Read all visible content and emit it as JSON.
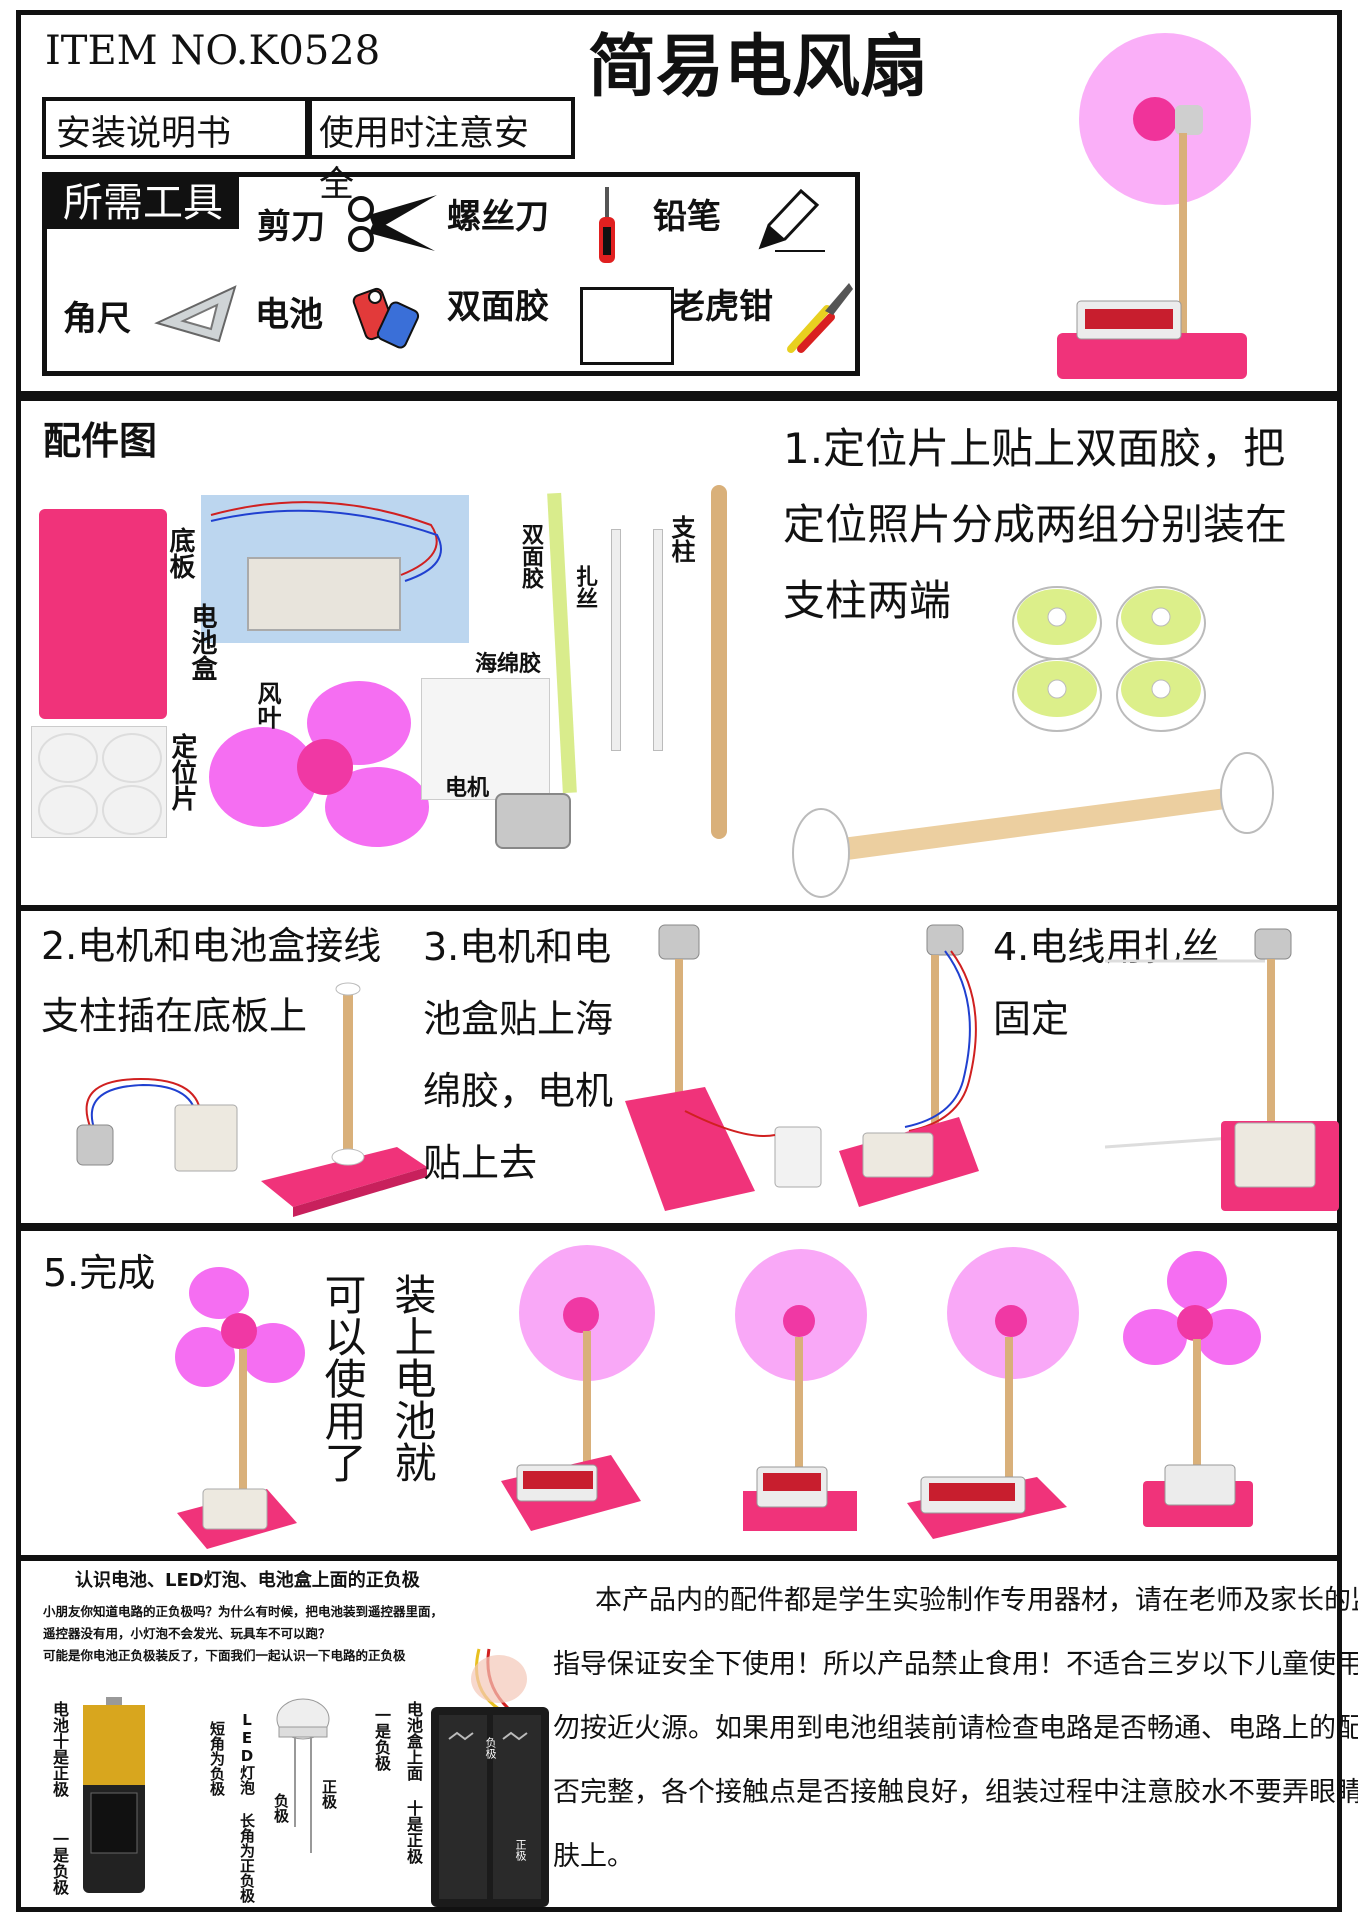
{
  "header": {
    "item_no": "ITEM NO.K0528",
    "title": "简易电风扇",
    "manual_label": "安装说明书",
    "safety_label": "使用时注意安全",
    "tools_heading": "所需工具",
    "tools": {
      "scissors": "剪刀",
      "screwdriver": "螺丝刀",
      "pencil": "铅笔",
      "ruler": "角尺",
      "battery": "电池",
      "tape": "双面胶",
      "pliers": "老虎钳"
    }
  },
  "parts": {
    "heading": "配件图",
    "base": "底板",
    "battery_box": "电池盒",
    "fan_blade": "风叶",
    "positioning": "定位片",
    "sponge_tape": "海绵胶",
    "motor": "电机",
    "double_tape": "双面胶",
    "zip_tie": "扎丝",
    "pillar": "支柱",
    "step1_lines": [
      "1.定位片上贴上双面胶，把",
      "定位照片分成两组分别装在",
      "支柱两端"
    ]
  },
  "steps": {
    "step2_lines": [
      "2.电机和电池盒接线",
      "支柱插在底板上"
    ],
    "step3_lines": [
      "3.电机和电",
      "池盒贴上海",
      "绵胶，电机",
      "贴上去"
    ],
    "step4_lines": [
      "4.电线用扎丝",
      "固定"
    ]
  },
  "finish": {
    "label": "5.完成",
    "col1": "装上电池就",
    "col2": "可以使用了"
  },
  "polarity": {
    "heading": "认识电池、LED灯泡、电池盒上面的正负极",
    "lines": [
      "小朋友你知道电路的正负极吗？为什么有时候，把电池装到遥控器里面，",
      "遥控器没有用，小灯泡不会发光、玩具车不可以跑？",
      "可能是你电池正负极装反了，下面我们一起认识一下电路的正负极"
    ],
    "battery_pos": "电池十是正极",
    "battery_neg": "一是负极",
    "led_title": "LED灯泡 长角为正负极",
    "led_short": "短角为负极",
    "led_neg": "负极",
    "led_pos": "正极",
    "box_title": "电池盒上面 十是正极",
    "box_neg": "一是负极",
    "box_pos_mark": "正极",
    "box_neg_mark": "负极"
  },
  "safety_notice": {
    "lines": [
      "本产品内的配件都是学生实验制作专用器材，请在老师及家长的监督",
      "指导保证安全下使用！所以产品禁止食用！不适合三岁以下儿童使用，请",
      "勿按近火源。如果用到电池组装前请检查电路是否畅通、电路上的配件是",
      "否完整，各个接触点是否接触良好，组装过程中注意胶水不要弄眼睛和皮",
      "肤上。"
    ]
  },
  "colors": {
    "pink": "#f0337a",
    "fan": "#f56ef2",
    "wood": "#d9b07a",
    "border": "#111111"
  }
}
